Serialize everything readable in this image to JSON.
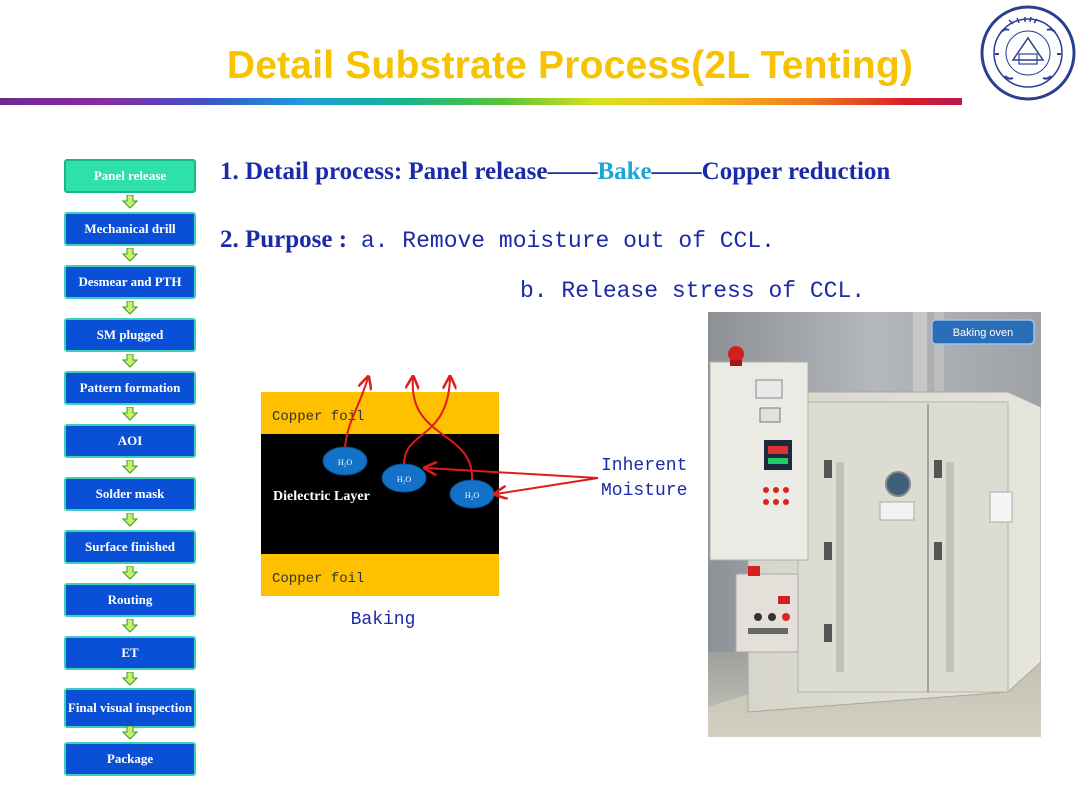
{
  "title": "Detail Substrate Process(2L Tenting)",
  "flow": [
    "Panel release",
    "Mechanical drill",
    "Desmear and PTH",
    "SM plugged",
    "Pattern formation",
    "AOI",
    "Solder mask",
    "Surface finished",
    "Routing",
    "ET",
    "Final visual inspection",
    "Package"
  ],
  "line1": {
    "prefix": "1. Detail process: Panel release——",
    "highlight": "Bake",
    "suffix": "——Copper reduction"
  },
  "line2": {
    "label": "2. Purpose :",
    "a": " a.  Remove moisture out of CCL.",
    "b": "b.  Release stress of CCL."
  },
  "diagram": {
    "top_layer": "Copper foil",
    "middle_layer": "Dielectric Layer",
    "bottom_layer": "Copper foil",
    "molecule": "H₂O",
    "moisture_label_1": "Inherent",
    "moisture_label_2": "Moisture",
    "caption": "Baking"
  },
  "photo": {
    "label": "Baking oven"
  },
  "colors": {
    "title": "#f7c200",
    "flow_box": "#0a50d6",
    "flow_active": "#2fe0a8",
    "text_blue": "#1a2aa8",
    "highlight": "#1ba6d8",
    "copper": "#ffc000",
    "arrow_red": "#e01b1b"
  }
}
